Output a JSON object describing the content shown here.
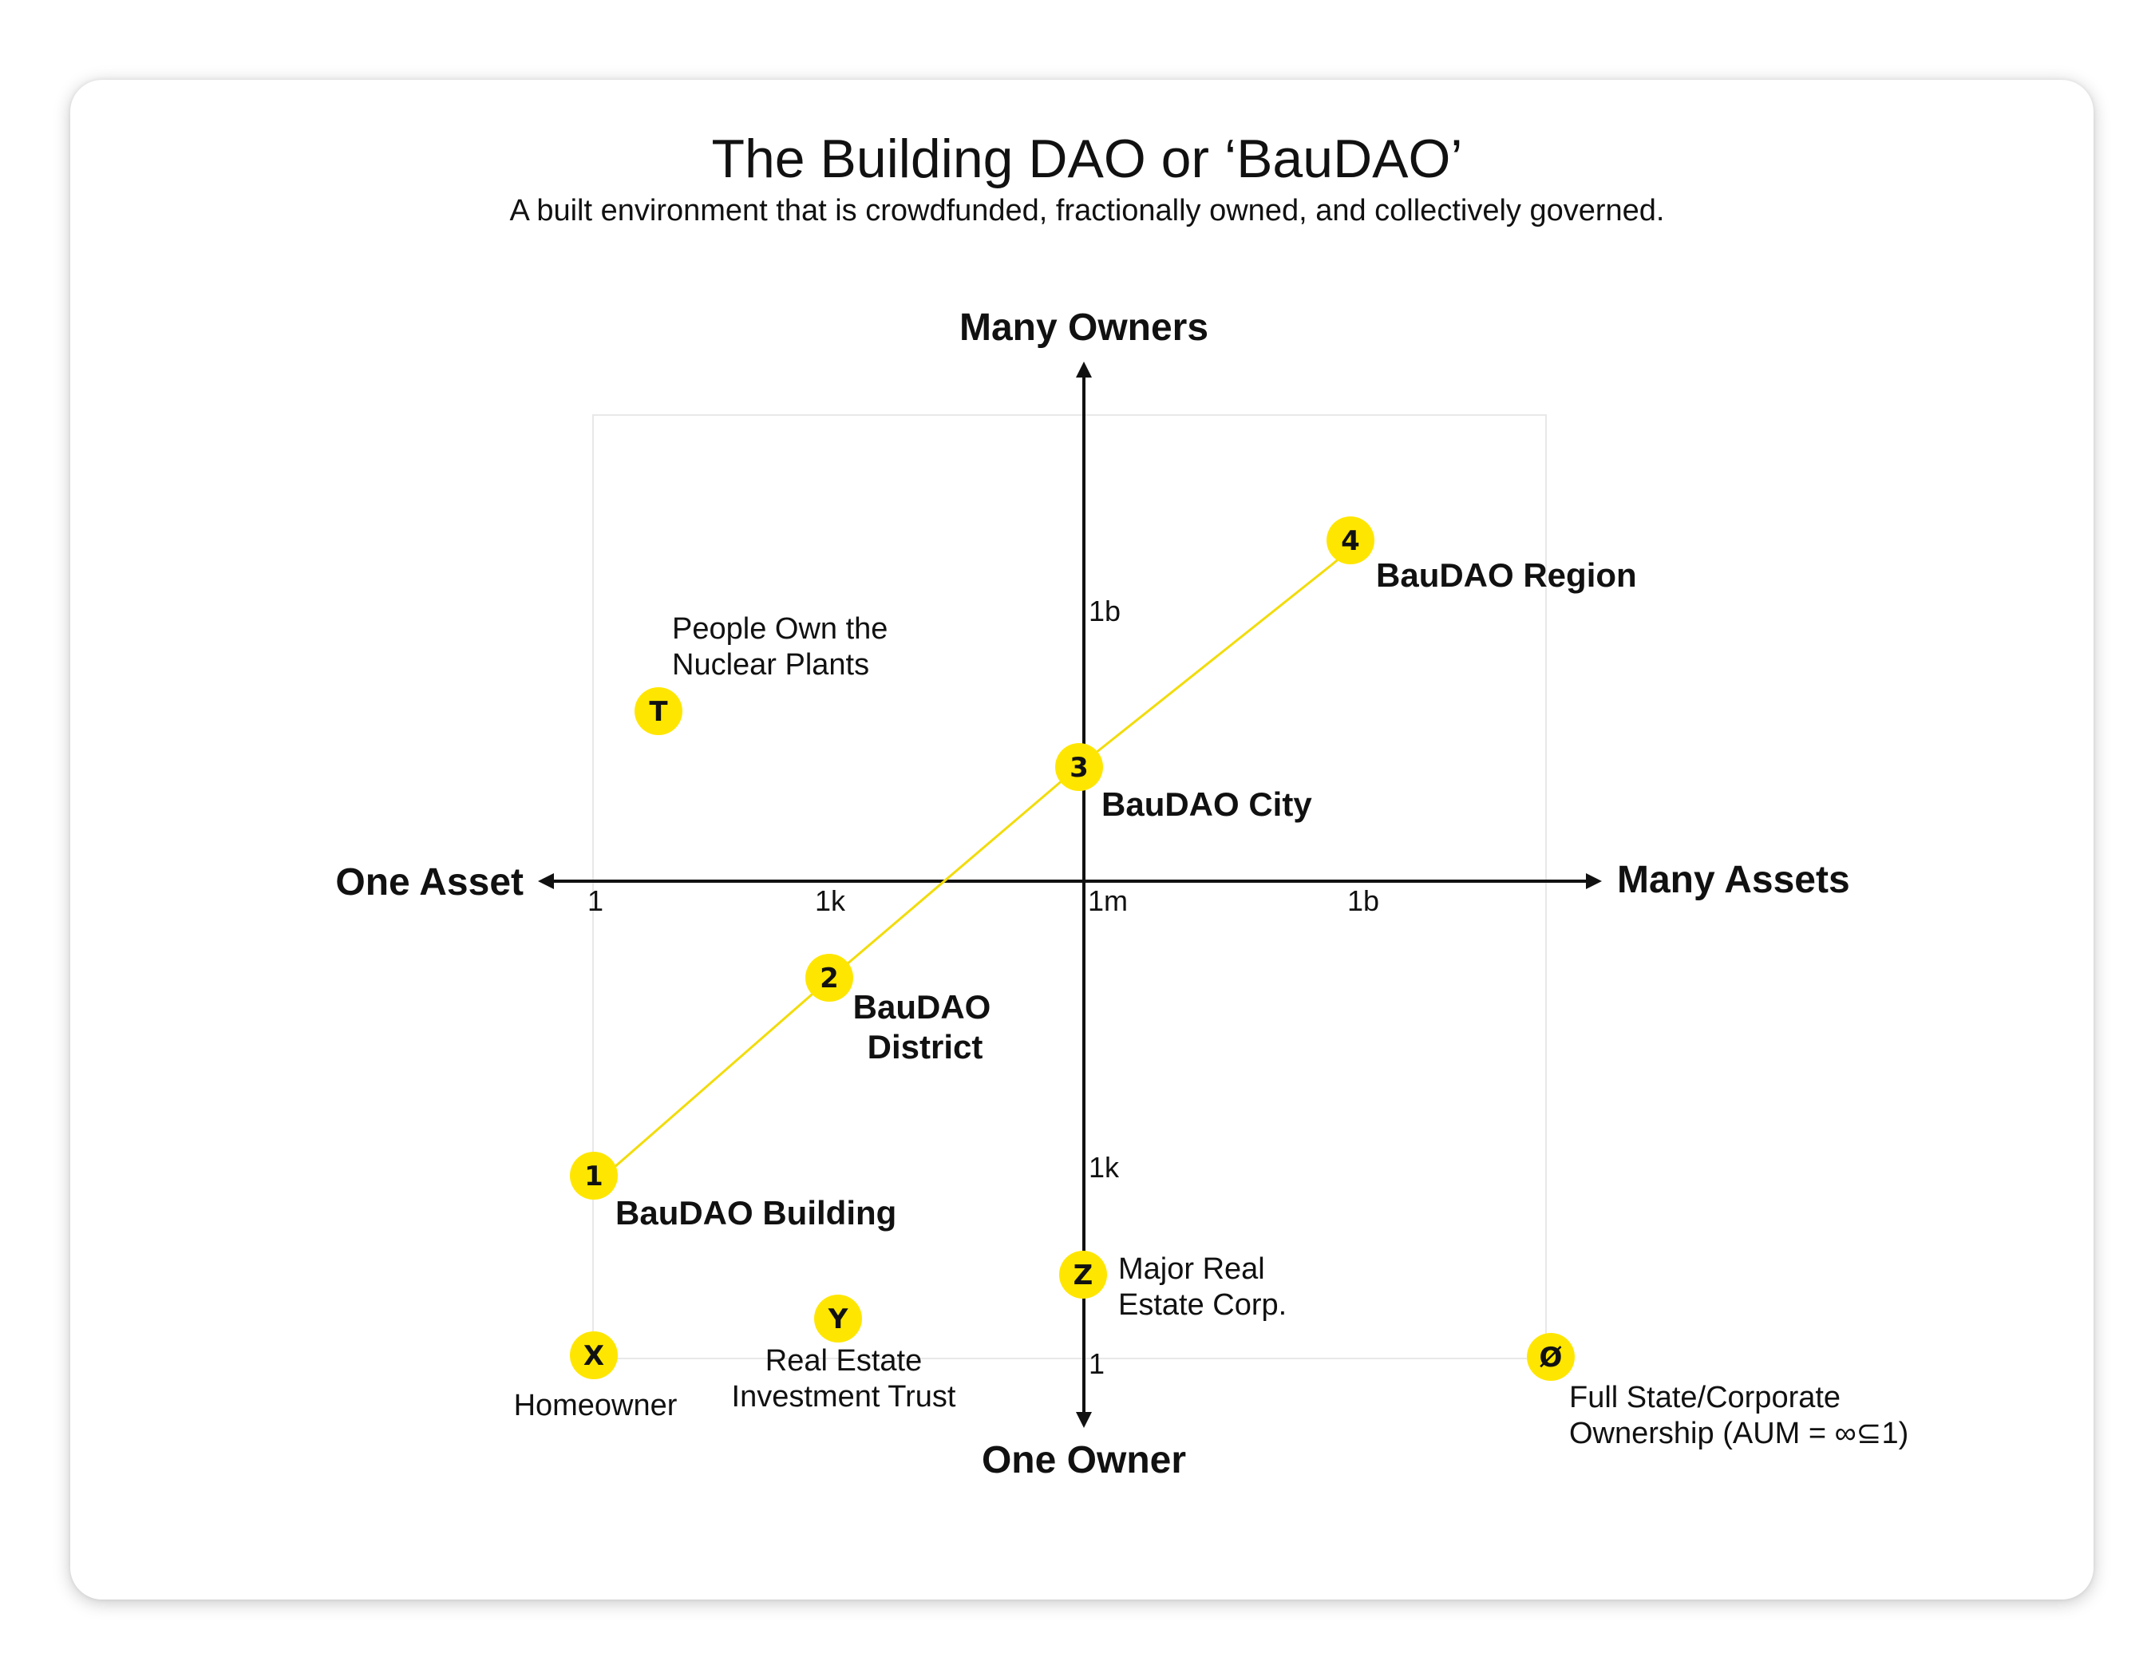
{
  "header": {
    "title": "The Building DAO or ‘BauDAO’",
    "subtitle": "A built environment that is crowdfunded, fractionally owned, and collectively governed."
  },
  "axes": {
    "top": "Many Owners",
    "bottom": "One Owner",
    "left": "One Asset",
    "right": "Many Assets"
  },
  "ticks": {
    "x": [
      "1",
      "1k",
      "1m",
      "1b"
    ],
    "y": [
      "1b",
      "1k",
      "1"
    ]
  },
  "points": {
    "p1": {
      "glyph": "1",
      "label": "BauDAO Building"
    },
    "p2": {
      "glyph": "2",
      "label_line1": "BauDAO",
      "label_line2": "District"
    },
    "p3": {
      "glyph": "3",
      "label": "BauDAO City"
    },
    "p4": {
      "glyph": "4",
      "label": "BauDAO Region"
    },
    "t": {
      "glyph": "T",
      "label_line1": "People Own the",
      "label_line2": "Nuclear Plants"
    },
    "x": {
      "glyph": "X",
      "label": "Homeowner"
    },
    "y": {
      "glyph": "Y",
      "label_line1": "Real Estate",
      "label_line2": "Investment Trust"
    },
    "z": {
      "glyph": "Z",
      "label_line1": "Major Real",
      "label_line2": "Estate Corp."
    },
    "o": {
      "glyph": "Ø",
      "label_line1": "Full State/Corporate",
      "label_line2": "Ownership (AUM = ∞⊆1)"
    }
  },
  "colors": {
    "marker": "#FFE600",
    "path": "#F2DC0A",
    "axis": "#111111",
    "frame": "#E8E8E8"
  }
}
